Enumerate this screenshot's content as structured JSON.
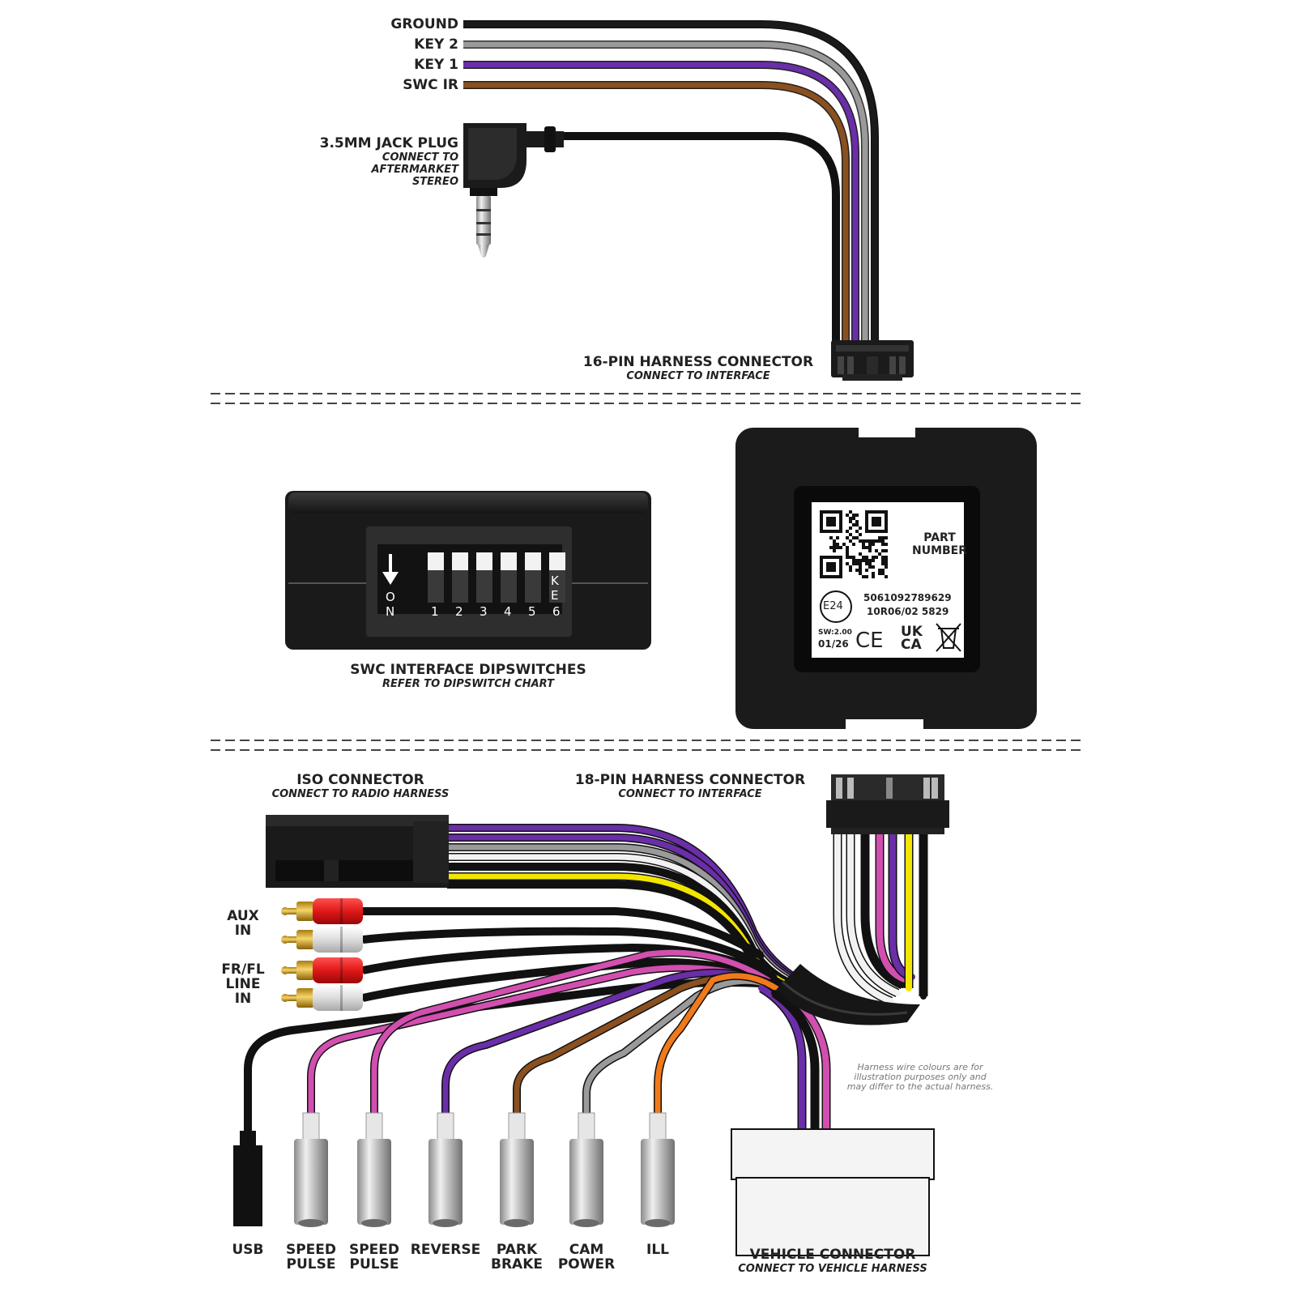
{
  "colors": {
    "black": "#1a1a1a",
    "grey": "#9a9a9a",
    "white": "#f2f2f2",
    "purple": "#6a2ea8",
    "brown": "#8a5020",
    "pink": "#d24fb0",
    "yellow": "#f2e600",
    "orange": "#f07a1a",
    "red": "#e01818"
  },
  "top": {
    "wires": [
      "GROUND",
      "KEY 2",
      "KEY 1",
      "SWC IR"
    ],
    "jack": {
      "title": "3.5MM JACK PLUG",
      "sub": [
        "CONNECT TO",
        "AFTERMARKET",
        "STEREO"
      ]
    },
    "connector": {
      "title": "16-PIN HARNESS CONNECTOR",
      "sub": "CONNECT TO INTERFACE"
    }
  },
  "middle": {
    "dip": {
      "on_label": [
        "O",
        "N"
      ],
      "ke_label": [
        "K",
        "E"
      ],
      "numbers": [
        "1",
        "2",
        "3",
        "4",
        "5",
        "6"
      ],
      "title": "SWC INTERFACE DIPSWITCHES",
      "sub": "REFER TO DIPSWITCH CHART"
    },
    "module": {
      "part_label": [
        "PART",
        "NUMBER"
      ],
      "barcode": "5061092789629",
      "approval": "10R06/02 5829",
      "e_mark": "E24",
      "sw": "SW:2.00",
      "date": "01/26",
      "ce": "CE",
      "ukca": [
        "UK",
        "CA"
      ]
    }
  },
  "bottom": {
    "iso": {
      "title": "ISO CONNECTOR",
      "sub": "CONNECT TO RADIO HARNESS"
    },
    "harness18": {
      "title": "18-PIN HARNESS CONNECTOR",
      "sub": "CONNECT TO INTERFACE"
    },
    "aux": [
      "AUX",
      "IN"
    ],
    "line": [
      "FR/FL",
      "LINE",
      "IN"
    ],
    "note": [
      "Harness wire colours are for",
      "illustration purposes only and",
      "may differ to the actual harness."
    ],
    "leads": [
      {
        "lines": [
          "USB"
        ],
        "color": "black"
      },
      {
        "lines": [
          "SPEED",
          "PULSE"
        ],
        "color": "pink"
      },
      {
        "lines": [
          "SPEED",
          "PULSE"
        ],
        "color": "pink"
      },
      {
        "lines": [
          "REVERSE"
        ],
        "color": "purple"
      },
      {
        "lines": [
          "PARK",
          "BRAKE"
        ],
        "color": "brown"
      },
      {
        "lines": [
          "CAM",
          "POWER"
        ],
        "color": "grey"
      },
      {
        "lines": [
          "ILL"
        ],
        "color": "orange"
      }
    ],
    "vehicle": {
      "title": "VEHICLE CONNECTOR",
      "sub": "CONNECT TO VEHICLE HARNESS"
    }
  }
}
